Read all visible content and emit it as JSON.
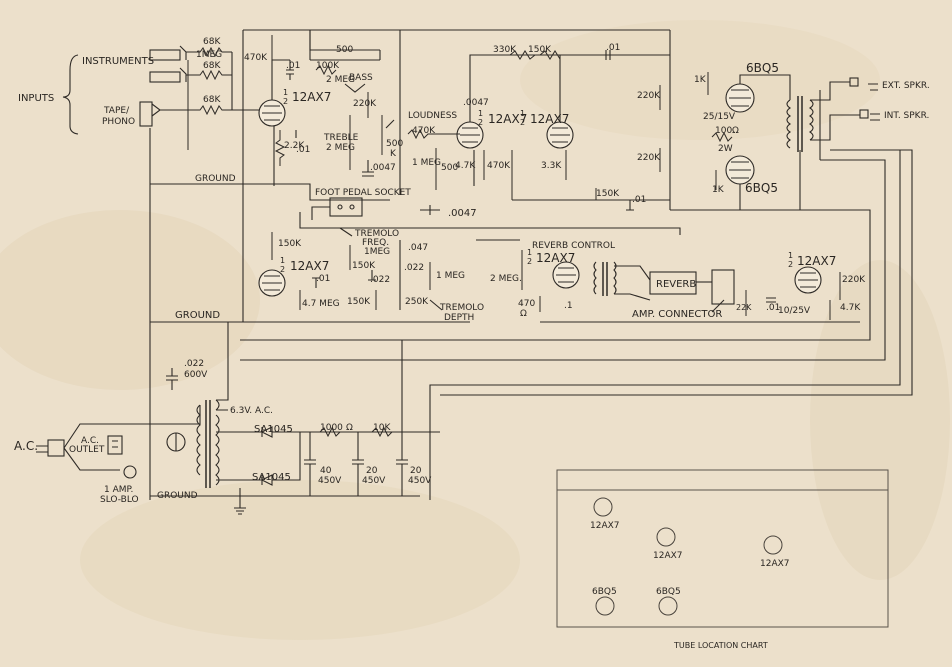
{
  "labels": {
    "instruments": "INSTRUMENTS",
    "inputs": "INPUTS",
    "tape_phono_1": "TAPE/",
    "tape_phono_2": "PHONO",
    "ground": "GROUND",
    "foot_pedal_socket": "FOOT PEDAL SOCKET",
    "loudness": "LOUDNESS",
    "bass": "BASS",
    "treble": "TREBLE",
    "tremolo_freq_1": "TREMOLO",
    "tremolo_freq_2": "FREQ.",
    "tremolo_depth_1": "TREMOLO",
    "tremolo_depth_2": "DEPTH",
    "reverb_control": "REVERB CONTROL",
    "reverb": "REVERB",
    "amp_connector": "AMP. CONNECTOR",
    "ext_spkr": "EXT. SPKR.",
    "int_spkr": "INT. SPKR.",
    "ac": "A.C.",
    "ac_outlet_1": "A.C.",
    "ac_outlet_2": "OUTLET",
    "fuse_1": "1 AMP.",
    "fuse_2": "SLO-BLO",
    "filament": "6.3V. A.C.",
    "rectifier_1": "SA1045",
    "rectifier_2": "SA1045",
    "tube_location_chart": "TUBE LOCATION CHART"
  },
  "tubes": {
    "v1": "12AX7",
    "v2": "12AX7",
    "v3": "12AX7",
    "v4": "12AX7",
    "v5": "12AX7",
    "v6": "6BQ5",
    "v7": "6BQ5",
    "half": "1",
    "half_den": "2"
  },
  "components": {
    "r_68k_1": "68K",
    "r_68k_2": "68K",
    "r_68k_3": "68K",
    "r_1meg_in": "1MEG",
    "r_470k_a": "470K",
    "c_01_a": ".01",
    "c_500": "500",
    "r_100k": "100K",
    "r_2meg_bass": "2 MEG",
    "r_220k_a": "220K",
    "r_2_2k": "2.2K",
    "c_01_b": ".01",
    "treble_val": "2 MEG",
    "r_500k": "500",
    "r_500k_k": "K",
    "c_0047_a": ".0047",
    "r_470k_b": "470K",
    "r_1meg_b": "1 MEG",
    "c_500_b": "500",
    "r_4_7k_a": "4.7K",
    "c_0047_b": ".0047",
    "r_330k": "330K",
    "r_150k_a": "150K",
    "c_01_c": ".01",
    "r_470k_c": "470K",
    "r_3_3k": "3.3K",
    "r_220k_b": "220K",
    "r_220k_c": "220K",
    "r_150k_b": "150K",
    "c_01_d": ".01",
    "c_0047_c": ".0047",
    "r_1k_a": "1K",
    "c_25_15": "25/15V",
    "c_100": "100",
    "c_100_unit": "Ω",
    "r_2w": "2W",
    "r_1k_b": "1K",
    "r_150k_c": "150K",
    "c_01_e": ".01",
    "r_4_7meg": "4.7 MEG",
    "r_150k_d": "150K",
    "c_022_a": ".022",
    "c_047": ".047",
    "c_022_b": ".022",
    "r_1meg_c": "1MEG",
    "r_1meg_d": "1 MEG",
    "r_150k_e": "150K",
    "r_250k": "250K",
    "r_2meg_rev": "2 MEG.",
    "r_470_rev": "470",
    "r_470_unit": "Ω",
    "c_1_rev": ".1",
    "r_22k": "22K",
    "c_01_f": ".01",
    "c_10_25": "10/25V",
    "r_220k_d": "220K",
    "r_4_7k_b": "4.7K",
    "c_022_ps": ".022",
    "c_600v": "600V",
    "r_1000": "1000",
    "r_1000_unit": "Ω",
    "r_10k": "10K",
    "c_40": "40",
    "c_450_1": "450V",
    "c_20_a": "20",
    "c_450_2": "450V",
    "c_20_b": "20",
    "c_450_3": "450V"
  },
  "chart_tubes": [
    "12AX7",
    "12AX7",
    "12AX7",
    "6BQ5",
    "6BQ5"
  ]
}
